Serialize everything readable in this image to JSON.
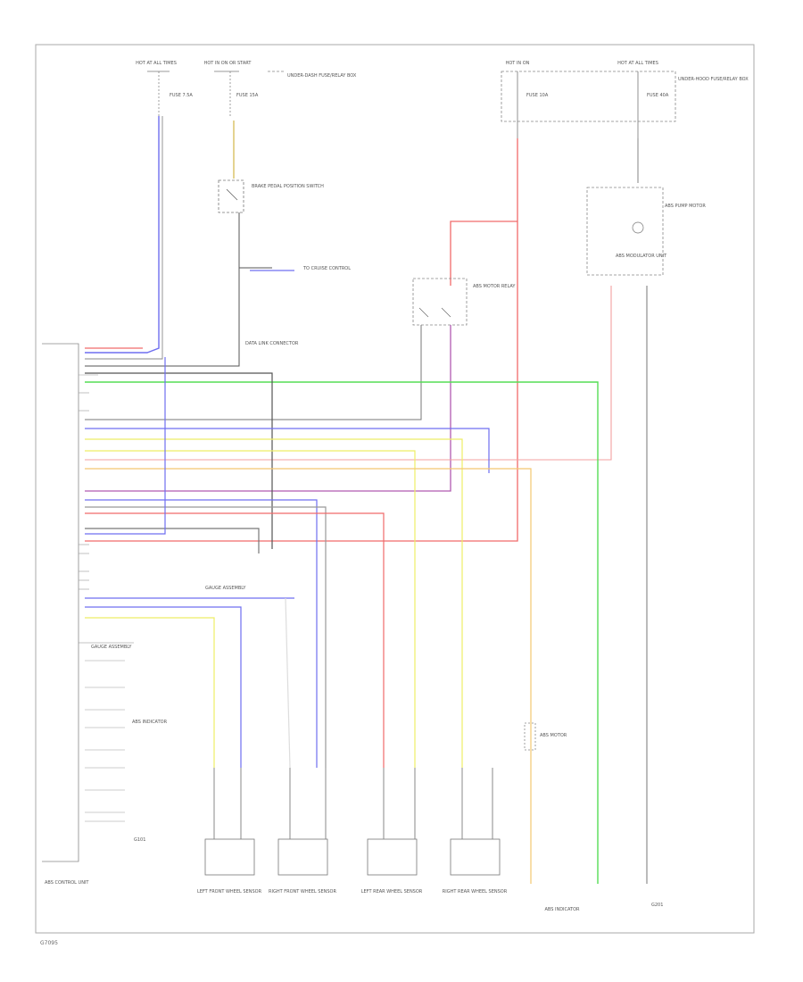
{
  "fig_ref": "G7095",
  "colors": {
    "blue": "#6f6ff0",
    "green": "#55dd55",
    "red": "#f06a6a",
    "yellow": "#eeee66",
    "violet": "#b05ab0",
    "gray": "#8a8a8a",
    "dark": "#555555",
    "orange": "#f3c870"
  },
  "labels": {
    "hot_a": "HOT AT ALL TIMES",
    "hot_b": "HOT IN ON OR START",
    "fuse_box_note": "UNDER-DASH FUSE/RELAY BOX",
    "hot_c": "HOT IN ON",
    "hot_d": "HOT AT ALL TIMES",
    "under_hood_note": "UNDER-HOOD FUSE/RELAY BOX",
    "fuse_left": "FUSE 7.5A",
    "fuse_mid": "FUSE 15A",
    "fuse_rc": "FUSE 10A",
    "fuse_rr": "FUSE 40A",
    "stop_switch": "BRAKE PEDAL POSITION SWITCH",
    "to_cruise": "TO CRUISE CONTROL",
    "data_link": "DATA LINK CONNECTOR",
    "fail_relay": "ABS MOTOR RELAY",
    "pump_relay": "ABS PUMP MOTOR",
    "check_box": "ABS MODULATOR UNIT",
    "abs_motor": "ABS MOTOR",
    "gauge": "GAUGE ASSEMBLY",
    "abs_indicator": "ABS INDICATOR",
    "control_unit": "ABS CONTROL UNIT",
    "ground_label": "G101",
    "sensor_1": "LEFT FRONT WHEEL SENSOR",
    "sensor_2": "RIGHT FRONT WHEEL SENSOR",
    "sensor_3": "LEFT REAR WHEEL SENSOR",
    "sensor_4": "RIGHT REAR WHEEL SENSOR",
    "bottom_mid": "ABS INDICATOR",
    "bottom_right": "G201"
  }
}
